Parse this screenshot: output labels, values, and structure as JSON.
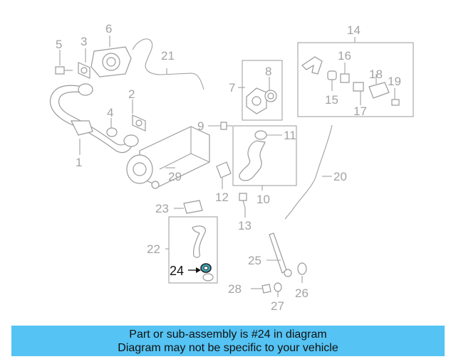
{
  "diagram": {
    "highlight_color": "#3fa7b8",
    "label_color": "#a3a3a3",
    "callouts": [
      "1",
      "2",
      "3",
      "4",
      "5",
      "6",
      "7",
      "8",
      "9",
      "10",
      "11",
      "12",
      "13",
      "14",
      "15",
      "16",
      "17",
      "18",
      "19",
      "20",
      "21",
      "22",
      "23",
      "24",
      "25",
      "26",
      "27",
      "28",
      "29"
    ]
  },
  "banner": {
    "background": "#55c3f3",
    "line1": "Part or sub-assembly is #24 in diagram",
    "line2": "Diagram may not be specific to your vehicle"
  }
}
